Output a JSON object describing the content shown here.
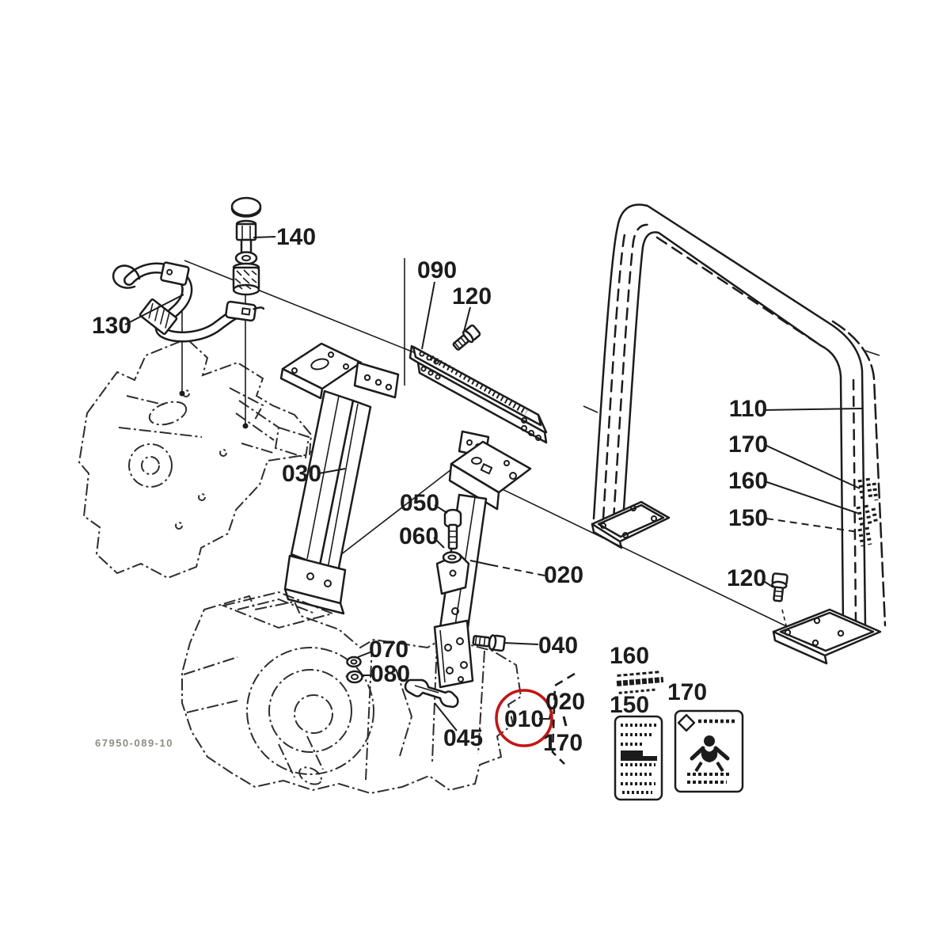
{
  "diagram": {
    "type": "exploded-parts-diagram",
    "subject": "ROPS roll-bar and mounting brackets",
    "drawing_code": "67950-089-10",
    "line_color": "#1c1c1c",
    "highlight_color": "#c41414",
    "highlighted_part": "010",
    "grouped_parts_note": "010 = 020 + 170",
    "callouts": {
      "c140": "140",
      "c130": "130",
      "c090": "090",
      "c120a": "120",
      "c030": "030",
      "c050": "050",
      "c060": "060",
      "c020a": "020",
      "c040": "040",
      "c070": "070",
      "c080": "080",
      "c045": "045",
      "c010": "010",
      "c020b": "020",
      "c170b": "170",
      "c110": "110",
      "c170a": "170",
      "c160a": "160",
      "c150a": "150",
      "c120b": "120",
      "c160b": "160",
      "c150b": "150",
      "c170c": "170"
    }
  }
}
